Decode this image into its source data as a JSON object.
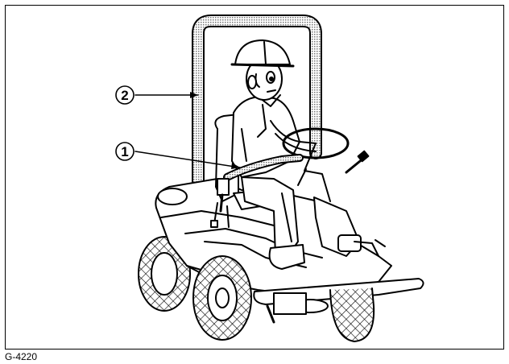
{
  "figure": {
    "code": "G-4220",
    "callouts": [
      {
        "number": "1",
        "target": "seat-belt"
      },
      {
        "number": "2",
        "target": "rops-frame"
      }
    ]
  },
  "colors": {
    "line": "#000000",
    "background": "#ffffff",
    "stipple": "#9a9a9a"
  }
}
